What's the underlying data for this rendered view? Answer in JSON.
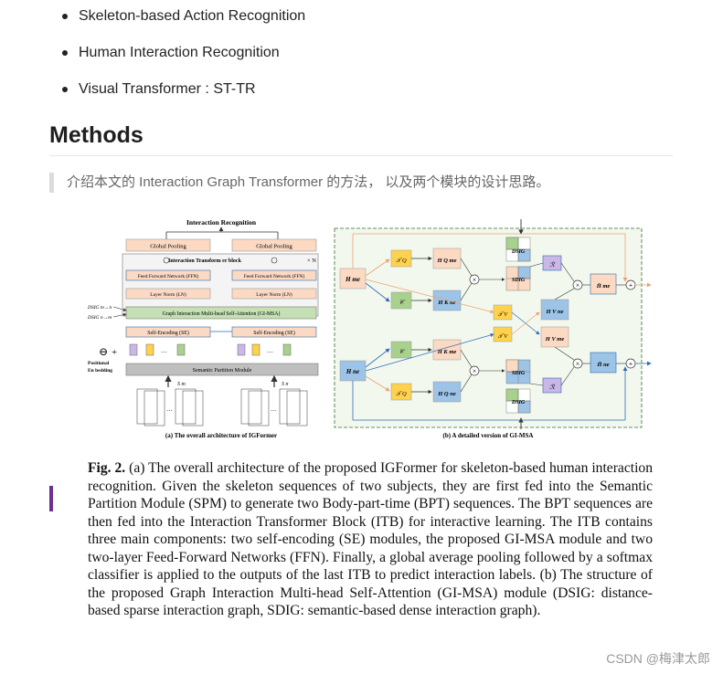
{
  "bullets": [
    "Skeleton-based Action Recognition",
    "Human Interaction Recognition",
    "Visual Transformer : ST-TR"
  ],
  "section_title": "Methods",
  "quote": "介绍本文的 Interaction Graph Transformer 的方法， 以及两个模块的设计思路。",
  "figure": {
    "left": {
      "title": "Interaction Recognition",
      "global_pool_1": "Global Pooling",
      "global_pool_2": "Global Pooling",
      "itb_label": "Interaction Transform er  block",
      "times_n": "× N",
      "ffn_1": "Feed Forward Network (FFN)",
      "ffn_2": "Feed Forward Network (FFN)",
      "ln_1": "Layer Norm (LN)",
      "ln_2": "Layer Norm (LN)",
      "gimsa": "Graph Interaction Multi-head Self-Attention (GI-MSA)",
      "se_1": "Self-Encoding (SE)",
      "se_2": "Self-Encoding (SE)",
      "dsig_side_1": "DSIG m→n",
      "dsig_side_2": "DSIG n→m",
      "pos_emb_1": "Positional",
      "pos_emb_2": "En bedding",
      "spm": "Semantic Partition Module",
      "sm": "S m",
      "sn": "S n",
      "caption": "(a) The overall architecture of IGFormer"
    },
    "right": {
      "h_me": "H me",
      "h_ne": "H ne",
      "tq": "𝒯 Q",
      "tv": "𝒯 V",
      "c": "𝒞",
      "r": "ℛ",
      "hq_me": "H Q me",
      "hk_ne": "H K ne",
      "hk_me": "H K me",
      "hq_ne": "H Q ne",
      "hv_ne": "H V ne",
      "hv_me": "H V me",
      "dsig": "DSIG",
      "sdig": "SDIG",
      "hbar_me": "H̄ me",
      "hbar_ne": "H̄ ne",
      "caption": "(b) A detailed version of GI-MSA"
    }
  },
  "caption": {
    "label": "Fig. 2.",
    "text": "(a) The overall architecture of the proposed IGFormer for skeleton-based human interaction recognition. Given the skeleton sequences of two subjects, they are first fed into the Semantic Partition Module (SPM) to generate two Body-part-time (BPT) sequences. The BPT sequences are then fed into the Interaction Transformer Block (ITB) for interactive learning. The ITB contains three main components: two self-encoding (SE) modules, the proposed GI-MSA module and two two-layer Feed-Forward Networks (FFN). Finally, a global average pooling followed by a softmax classifier is applied to the outputs of the last ITB to predict interaction labels. (b) The structure of the proposed Graph Interaction Multi-head Self-Attention (GI-MSA) module (DSIG: distance-based sparse interaction graph, SDIG: semantic-based dense interaction graph)."
  },
  "watermark": "CSDN @梅津太郎",
  "colors": {
    "orange_box": "#fbd9c3",
    "yellow_box": "#ffd24d",
    "green_box": "#a9d18e",
    "blue_box": "#9dc3e6",
    "purple_box": "#c9b7e8",
    "gimsa_green": "#c5e0b4",
    "spm_gray": "#bfbfbf",
    "dashed_border": "#3a6b30"
  }
}
